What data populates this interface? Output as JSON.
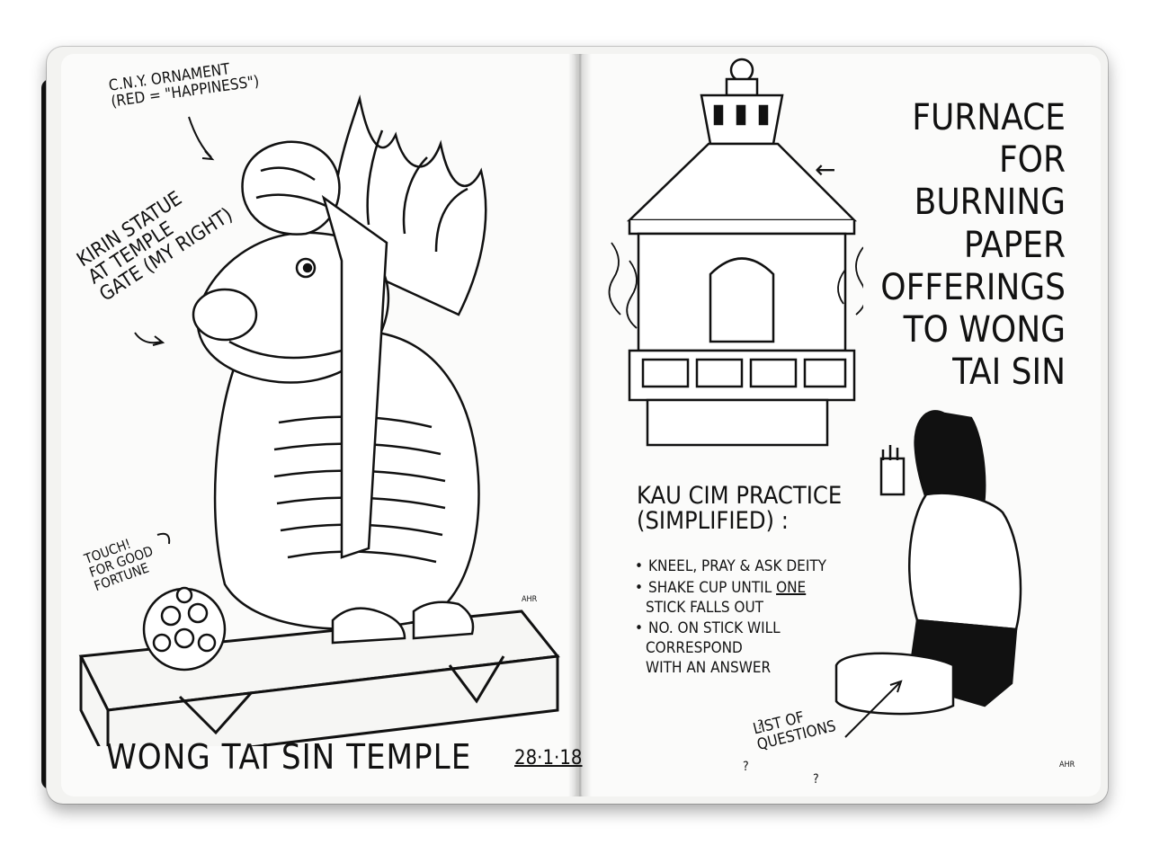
{
  "left_page": {
    "ornament_note": [
      "C.N.Y. ORNAMENT",
      "(RED = \"HAPPINESS\")"
    ],
    "kirin_note": [
      "KIRIN STATUE",
      "AT TEMPLE",
      "GATE (MY RIGHT)"
    ],
    "touch_note": [
      "TOUCH!",
      "FOR GOOD",
      "FORTUNE"
    ],
    "title": "WONG TAI SIN TEMPLE",
    "date": "28·1·18",
    "signature": "AHR"
  },
  "right_page": {
    "furnace_arrow": "←",
    "furnace_note": [
      "FURNACE FOR",
      "BURNING PAPER",
      "OFFERINGS",
      "TO WONG",
      "TAI SIN"
    ],
    "kau_cim_heading": [
      "KAU CIM PRACTICE",
      "(SIMPLIFIED) :"
    ],
    "steps": [
      {
        "line1": "KNEEL, PRAY & ASK DEITY",
        "line2": ""
      },
      {
        "line1_pre": "SHAKE CUP UNTIL ",
        "line1_em": "ONE",
        "line2": "STICK FALLS OUT"
      },
      {
        "line1": "NO. ON STICK WILL",
        "line2": "CORRESPOND",
        "line3": "WITH AN ANSWER"
      }
    ],
    "list_note": [
      "LIST OF",
      "QUESTIONS"
    ],
    "question_marks": [
      "?",
      "?",
      "?"
    ],
    "signature": "AHR"
  },
  "colors": {
    "ink": "#141414",
    "paper": "#fbfbfa",
    "cover": "#121212"
  }
}
